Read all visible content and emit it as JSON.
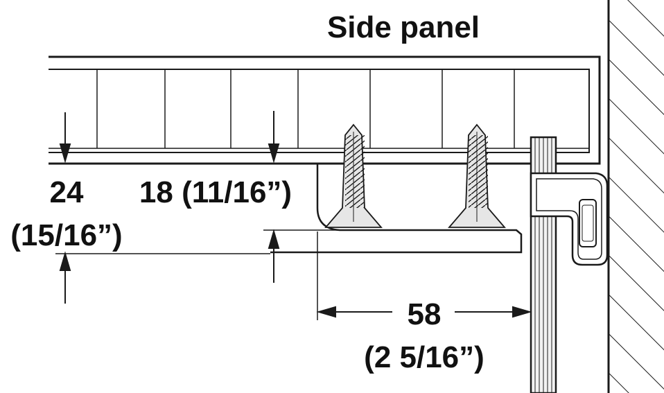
{
  "diagram": {
    "title": "Side panel",
    "dim_24": "24",
    "dim_24_inch": "(15/16”)",
    "dim_18": "18 (11/16”)",
    "dim_58": "58",
    "dim_58_inch": "(2 5/16”)"
  },
  "colors": {
    "line": "#1a1a1a",
    "screw_fill": "#e6e6e6",
    "panel_fill": "#f2f2f2"
  },
  "icons": [
    "screw-icon",
    "screw-icon",
    "hinge-icon",
    "wall-hatch"
  ]
}
